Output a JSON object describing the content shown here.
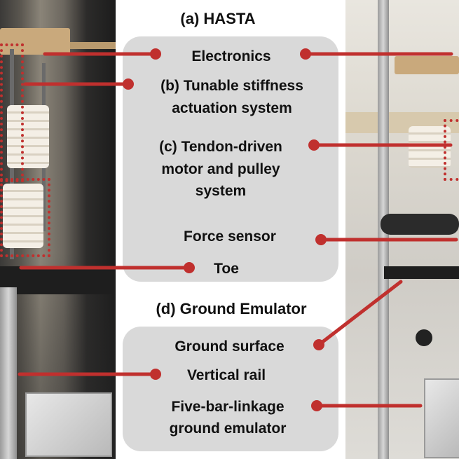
{
  "titles": {
    "hasta": "(a) HASTA",
    "ground_emulator": "(d) Ground Emulator"
  },
  "labels": {
    "electronics": "Electronics",
    "tunable_1": "(b) Tunable stiffness",
    "tunable_2": "actuation system",
    "tendon_1": "(c) Tendon-driven",
    "tendon_2": "motor and pulley",
    "tendon_3": "system",
    "force_sensor": "Force sensor",
    "toe": "Toe",
    "ground_surface": "Ground surface",
    "vertical_rail": "Vertical rail",
    "five_bar_1": "Five-bar-linkage",
    "five_bar_2": "ground emulator"
  },
  "colors": {
    "leader": "#c0302e",
    "callout_fill": "#d9d9d9",
    "dash": "#c0302e"
  },
  "leaders": [
    {
      "id": "electronics-left",
      "line": [
        [
          64,
          77
        ],
        [
          222,
          77
        ]
      ],
      "dot": [
        222,
        77
      ]
    },
    {
      "id": "electronics-right",
      "line": [
        [
          436,
          77
        ],
        [
          644,
          77
        ]
      ],
      "dot": [
        436,
        77
      ]
    },
    {
      "id": "tunable-left",
      "line": [
        [
          36,
          120
        ],
        [
          183,
          120
        ]
      ],
      "dot": [
        183,
        120
      ]
    },
    {
      "id": "tendon-right",
      "line": [
        [
          448,
          207
        ],
        [
          643,
          207
        ]
      ],
      "dot": [
        448,
        207
      ]
    },
    {
      "id": "force-right",
      "line": [
        [
          458,
          342
        ],
        [
          651,
          342
        ]
      ],
      "dot": [
        458,
        342
      ]
    },
    {
      "id": "toe-left",
      "line": [
        [
          30,
          382
        ],
        [
          270,
          382
        ]
      ],
      "dot": [
        270,
        382
      ]
    },
    {
      "id": "ground-surface-right",
      "line": [
        [
          455,
          492
        ],
        [
          572,
          402
        ]
      ],
      "dot": [
        455,
        492
      ]
    },
    {
      "id": "vertical-rail-left",
      "line": [
        [
          28,
          534
        ],
        [
          222,
          534
        ]
      ],
      "dot": [
        222,
        534
      ]
    },
    {
      "id": "five-bar-right",
      "line": [
        [
          452,
          579
        ],
        [
          600,
          579
        ]
      ],
      "dot": [
        452,
        579
      ]
    }
  ]
}
